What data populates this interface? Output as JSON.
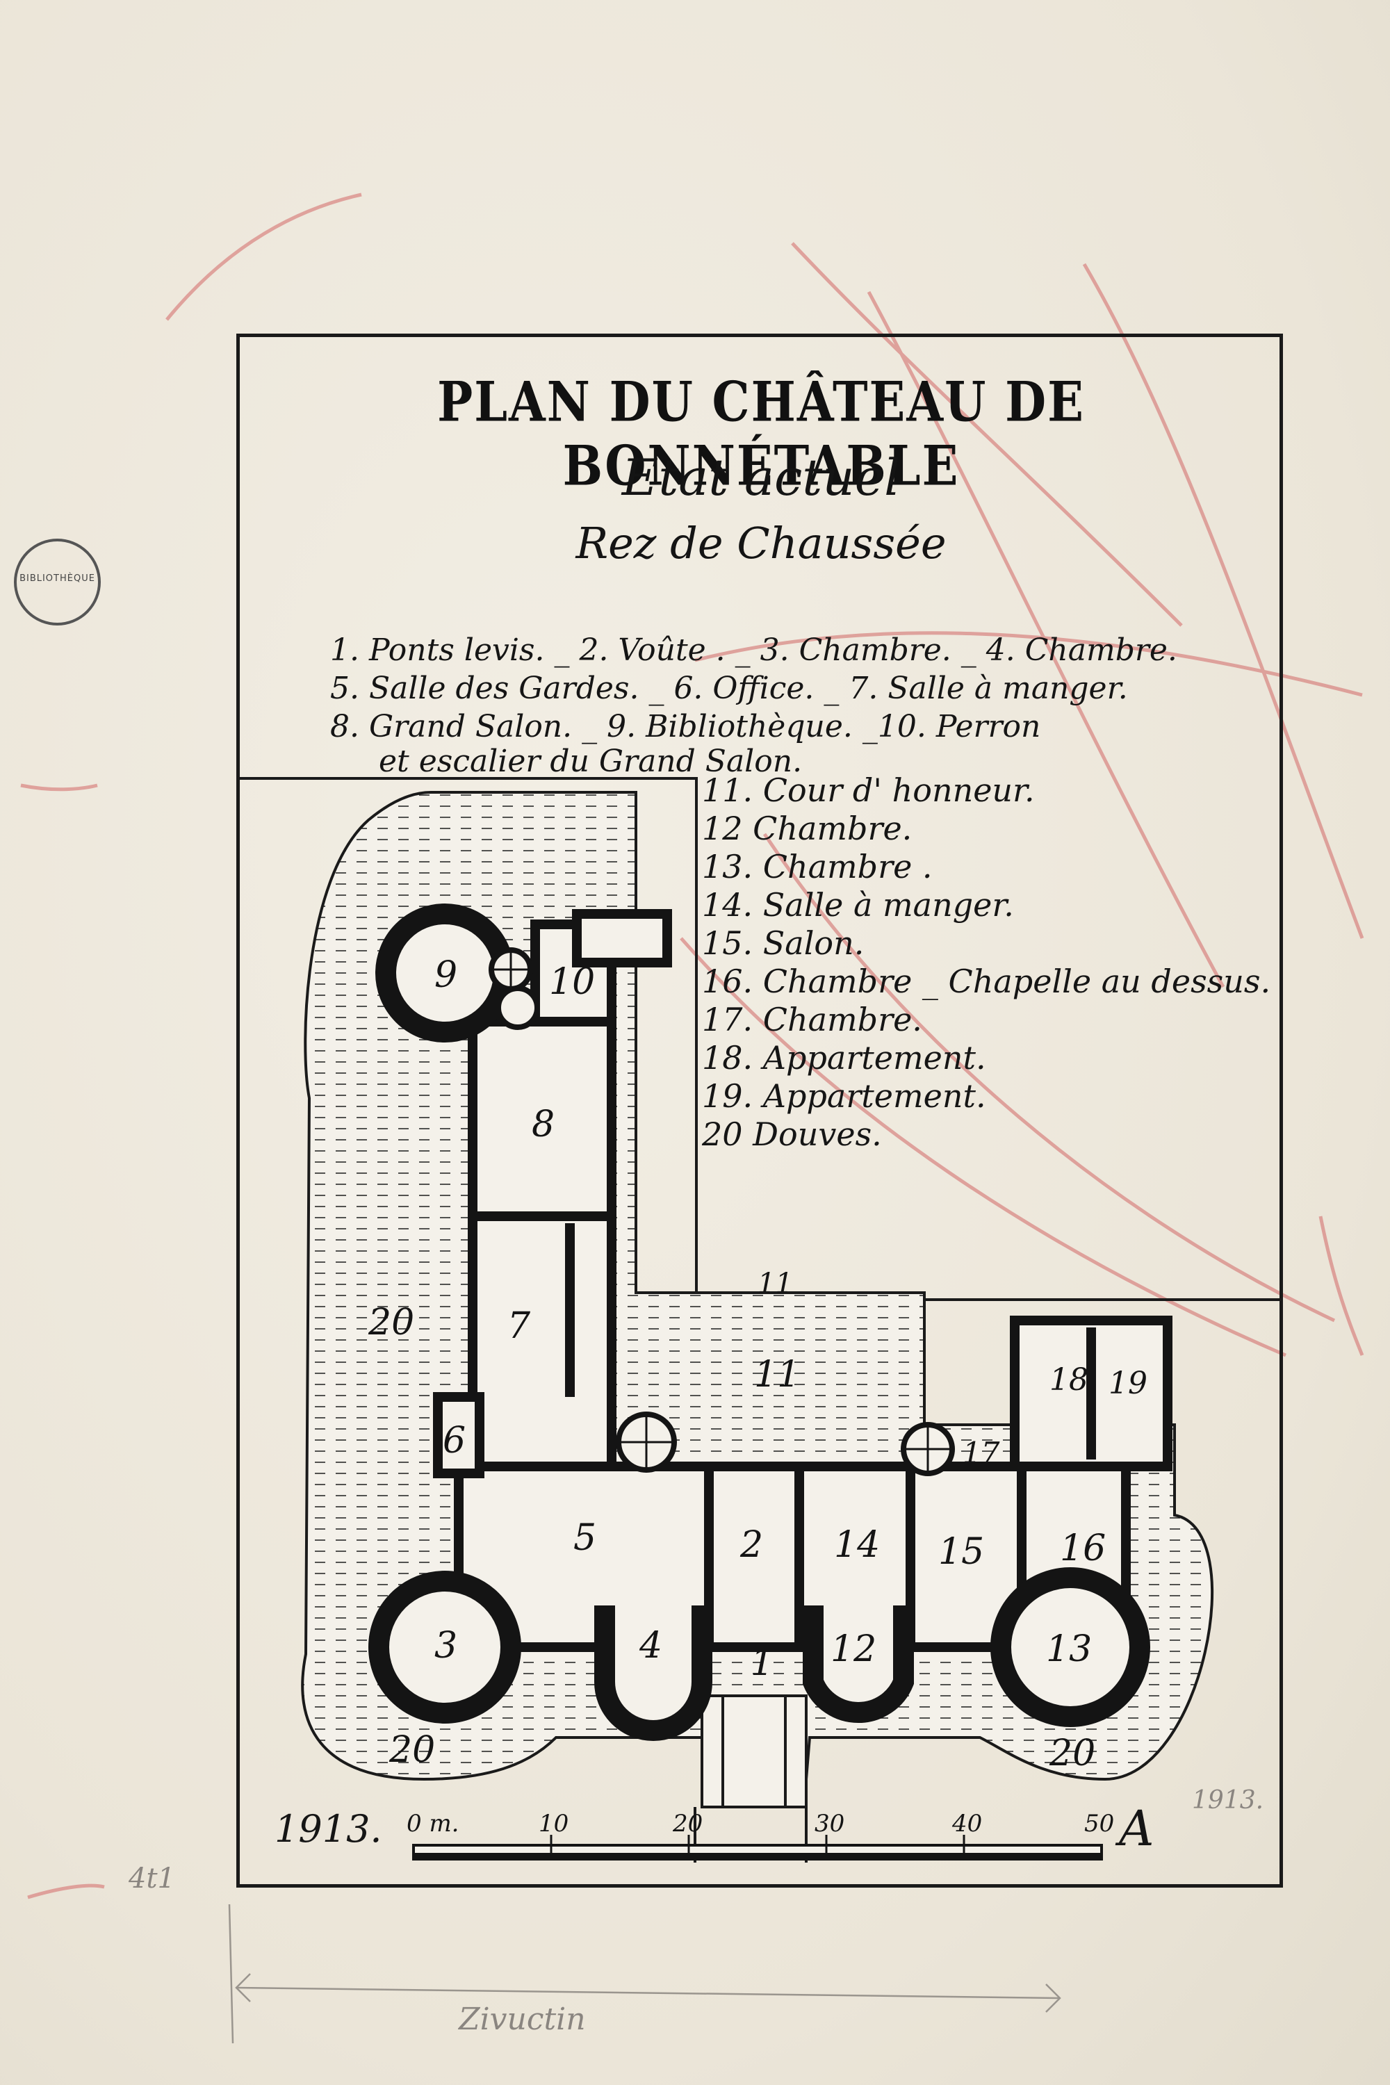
{
  "title": "PLAN DU CHÂTEAU DE BONNÉTABLE",
  "subtitle1": "Etat actuel",
  "subtitle2": "Rez de Chaussée",
  "legend_lines": [
    "1. Ponts levis. _ 2. Voûte . _ 3. Chambre. _ 4. Chambre.",
    "5. Salle des Gardes. _ 6. Office. _ 7. Salle à manger.",
    "8. Grand Salon. _ 9. Bibliothèque. _10. Perron",
    "et escalier du Grand Salon."
  ],
  "legend_items": [
    "11. Cour d' honneur.",
    "12  Chambre.",
    "13. Chambre .",
    "14. Salle à manger.",
    "15. Salon.",
    "16. Chambre _ Chapelle au dessus.",
    "17. Chambre.",
    "18. Appartement.",
    "19. Appartement.",
    "20  Douves."
  ],
  "room_numbers": {
    "r1": "1",
    "r2": "2",
    "r3": "3",
    "r4": "4",
    "r5": "5",
    "r6": "6",
    "r7": "7",
    "r8": "8",
    "r9": "9",
    "r10": "10",
    "r11a": "11",
    "r11b": "11",
    "r12": "12",
    "r13": "13",
    "r14": "14",
    "r15": "15",
    "r16": "16",
    "r17": "17",
    "r18": "18",
    "r19": "19",
    "r20a": "20",
    "r20b": "20",
    "r20c": "20"
  },
  "scale": {
    "labels": [
      "0 m.",
      "10",
      "20",
      "30",
      "40",
      "50"
    ]
  },
  "year": "1913.",
  "signature": "A",
  "stamp_text": "BIBLIOTHÈQUE",
  "pencil_notes": {
    "bottom": "Zivuctin",
    "left_margin": "4t1",
    "corner": "1913."
  },
  "colors": {
    "ink": "#141414",
    "paper": "#ede8dc",
    "red_pencil": "#d98a86",
    "moat": "#ffffff"
  }
}
